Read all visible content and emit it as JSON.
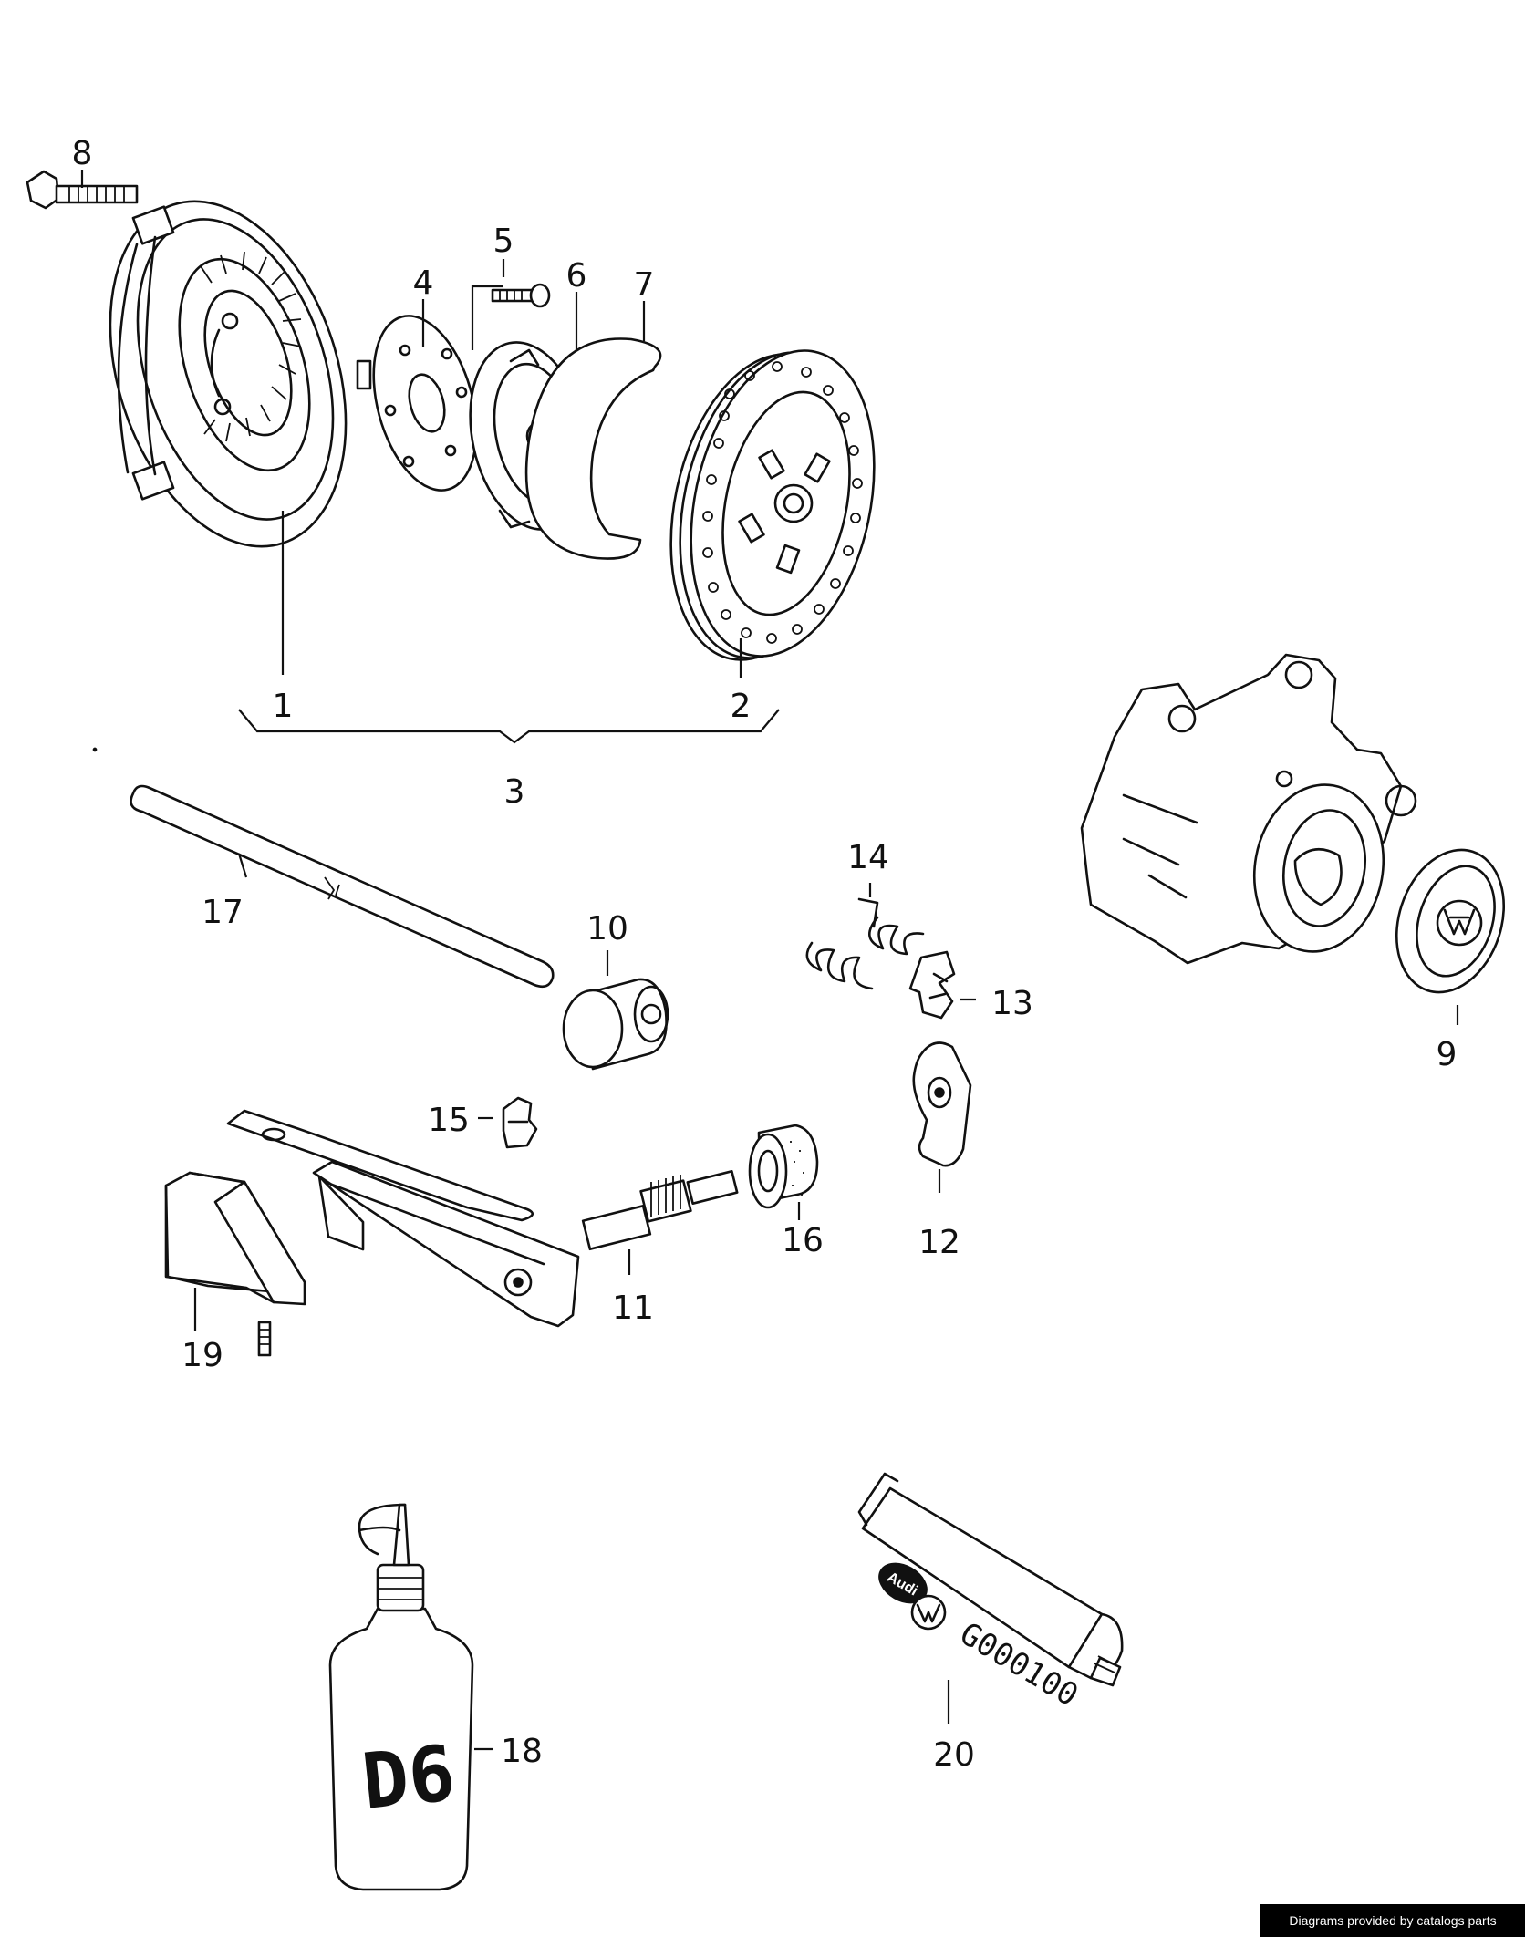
{
  "callouts": {
    "c1": "1",
    "c2": "2",
    "c3": "3",
    "c4": "4",
    "c5": "5",
    "c6": "6",
    "c7": "7",
    "c8": "8",
    "c9": "9",
    "c10": "10",
    "c11": "11",
    "c12": "12",
    "c13": "13",
    "c14": "14",
    "c15": "15",
    "c16": "16",
    "c17": "17",
    "c18": "18",
    "c19": "19",
    "c20": "20"
  },
  "bottle_label": "D6",
  "tube_label": "G000100",
  "tube_logo": "Audi",
  "credit": "Diagrams provided by catalogs parts",
  "icons": [
    "vw-logo-icon",
    "audi-logo-icon"
  ],
  "colors": {
    "line": "#111111",
    "background": "#ffffff",
    "credit_bg": "#000000",
    "credit_text": "#ffffff"
  }
}
